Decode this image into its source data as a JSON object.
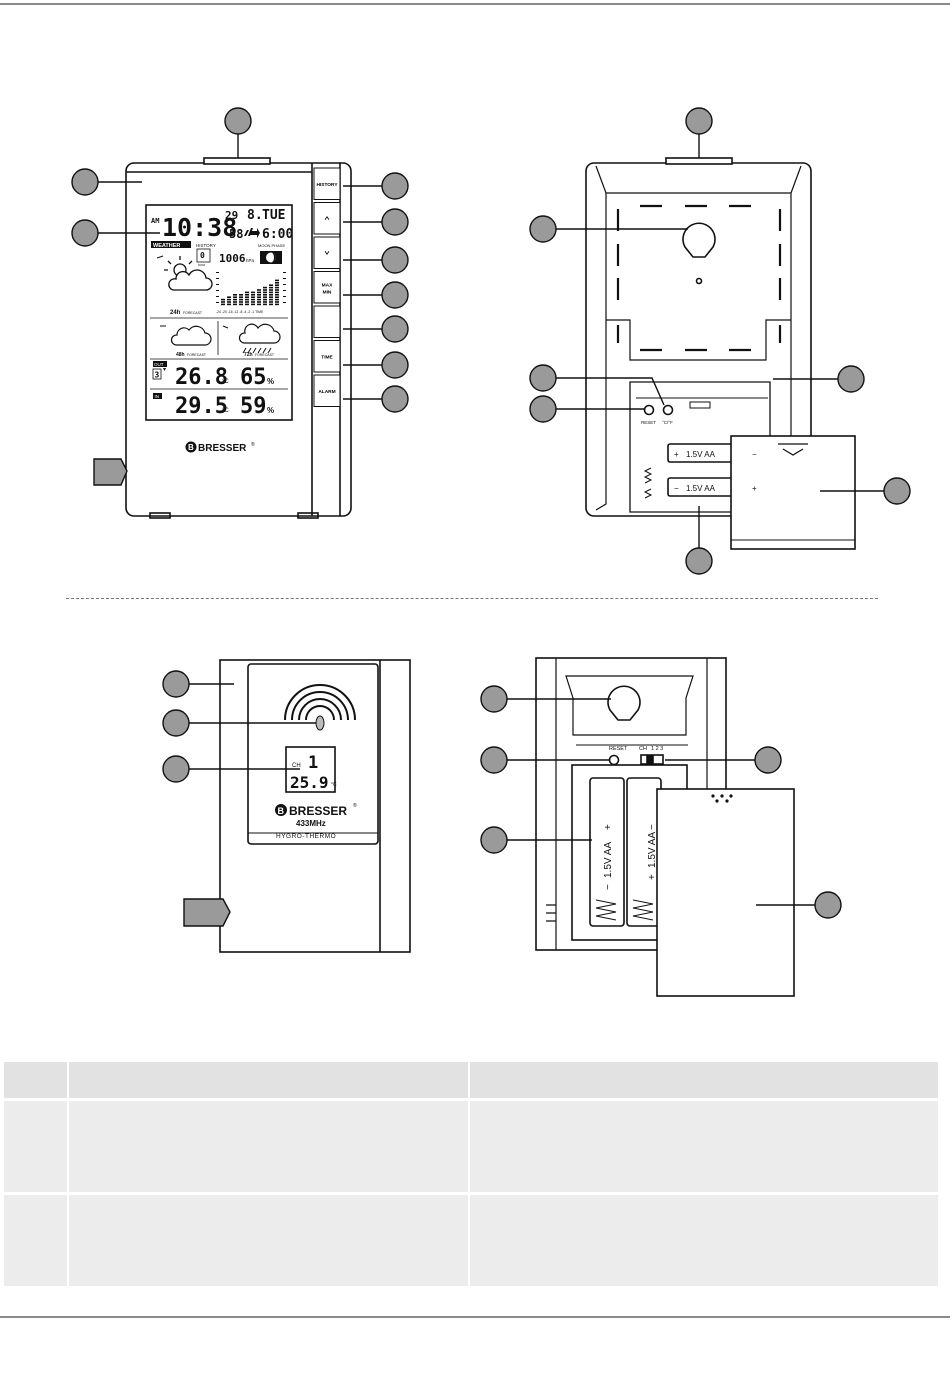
{
  "base_station_front": {
    "buttons": [
      {
        "label": "HISTORY",
        "kind": "text"
      },
      {
        "label": "",
        "kind": "up-arrow"
      },
      {
        "label": "",
        "kind": "down-arrow"
      },
      {
        "label": "MAX",
        "label2": "MIN",
        "kind": "text"
      },
      {
        "label": "",
        "kind": "blank"
      },
      {
        "label": "TIME",
        "kind": "text"
      },
      {
        "label": "ALARM",
        "kind": "text"
      }
    ],
    "lcd": {
      "am": "AM",
      "time": "10:38",
      "seconds": "58",
      "date": "29",
      "month": "8.",
      "weekday": "TUE",
      "alarm_time": "6:00",
      "weather_label": "WEATHER",
      "history_label": "HISTORY",
      "history_value": "0",
      "history_unit": "hour",
      "moon_label": "MOON PHASE",
      "pressure": "1006",
      "pressure_unit": "hPa",
      "forecast_24h": "24h",
      "forecast_label": "FORECAST",
      "forecast_48h": "48h",
      "forecast_72h": "72h",
      "bar_axis": "-24 -20 -16 -12 -8 -4 -2 -1 TIME",
      "out_label": "OUT",
      "channel": "3",
      "out_temp": "26.8",
      "out_hum": "65",
      "in_label": "IN",
      "in_temp": "29.5",
      "in_hum": "59",
      "deg": "°C",
      "pct": "%"
    },
    "logo": "BRESSER",
    "logo_mark": "®"
  },
  "base_station_back": {
    "reset_label": "RESET",
    "cf_label": "°C/°F",
    "battery_label": "1.5V AA",
    "plus": "+",
    "minus": "−"
  },
  "sensor_front": {
    "ch_label": "CH",
    "channel": "1",
    "temp": "25.9",
    "unit": "°C",
    "logo": "BRESSER",
    "logo_mark": "®",
    "frequency": "433MHz",
    "product": "HYGRO-THERMO"
  },
  "sensor_back": {
    "reset_label": "RESET",
    "ch_label": "CH",
    "ch_values": "1 2 3",
    "battery_label": "1.5V AA",
    "plus": "+",
    "minus": "−"
  },
  "table": {
    "columns": [
      "",
      "",
      ""
    ],
    "rows": [
      [
        "",
        "",
        ""
      ],
      [
        "",
        "",
        ""
      ]
    ]
  }
}
